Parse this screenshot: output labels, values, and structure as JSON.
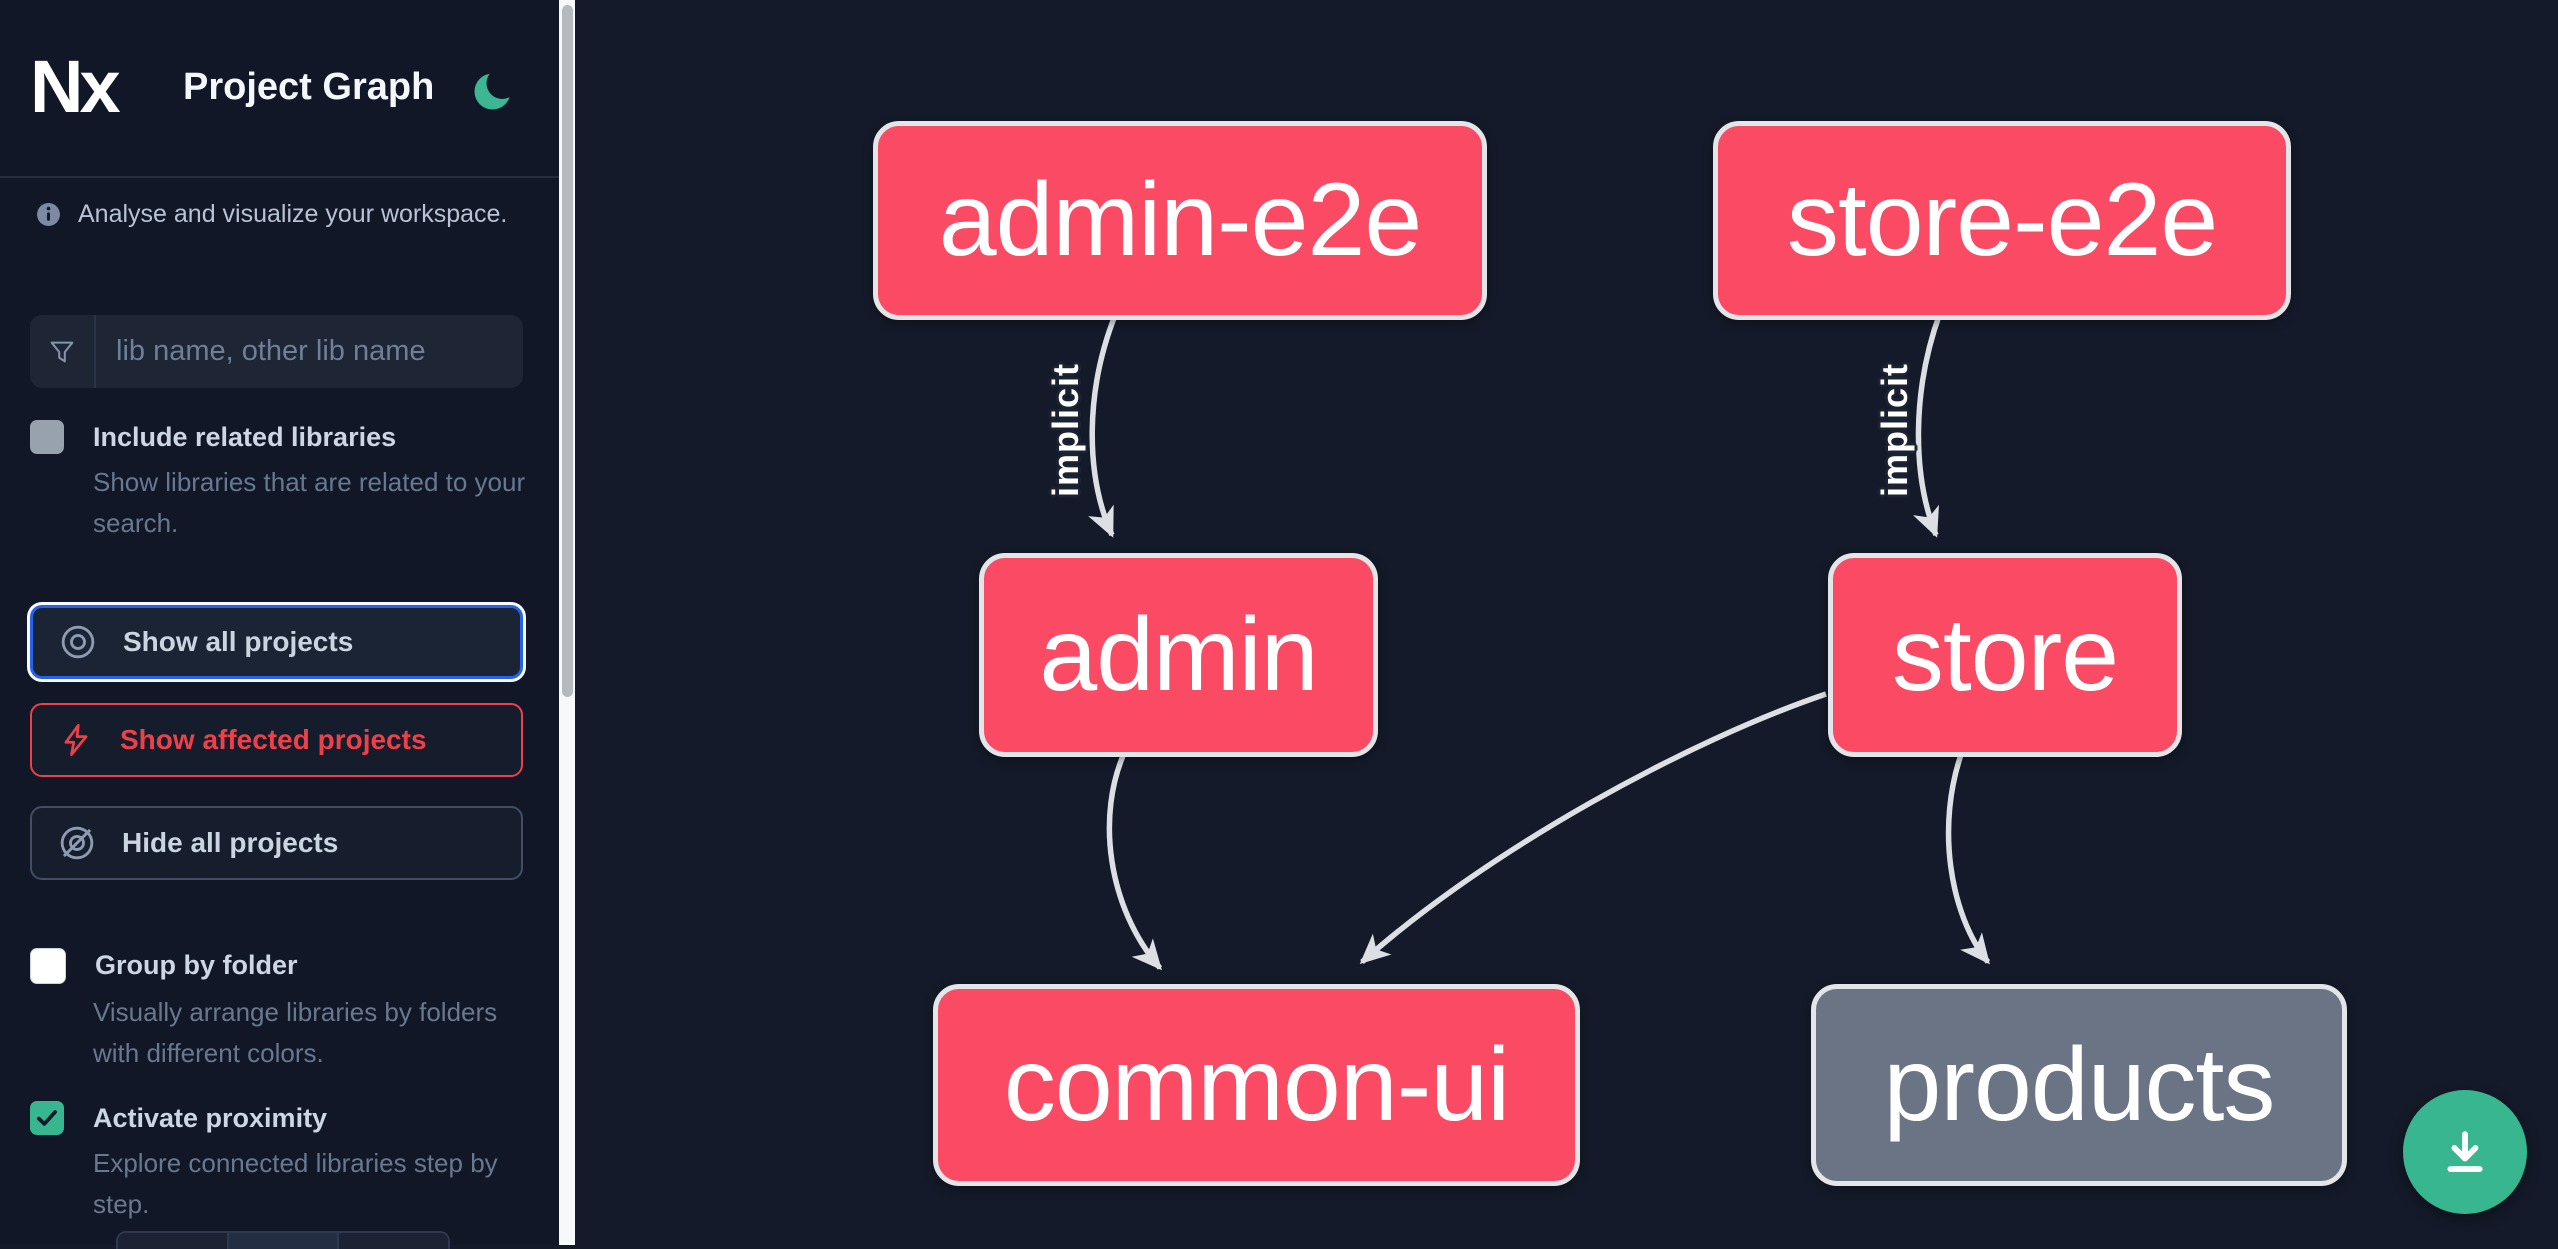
{
  "header": {
    "logo_text": "Nx",
    "app_title": "Project Graph",
    "theme_icon": "moon-icon"
  },
  "sidebar": {
    "tagline": "Analyse and visualize your workspace.",
    "search": {
      "placeholder": "lib name, other lib name",
      "icon": "funnel-icon"
    },
    "include_related": {
      "label": "Include related libraries",
      "description": "Show libraries that are related to your search.",
      "checked": false
    },
    "buttons": [
      {
        "label": "Show all projects",
        "icon": "eye-icon",
        "selected": true
      },
      {
        "label": "Show affected projects",
        "icon": "bolt-icon",
        "selected": false
      },
      {
        "label": "Hide all projects",
        "icon": "eye-off-icon",
        "selected": false
      }
    ],
    "group_by_folder": {
      "label": "Group by folder",
      "description": "Visually arrange libraries by folders with different colors.",
      "checked": false
    },
    "activate_proximity": {
      "label": "Activate proximity",
      "description": "Explore connected libraries step by step.",
      "checked": true
    }
  },
  "graph": {
    "nodes": [
      {
        "id": "admin-e2e",
        "color": "#fa4a64"
      },
      {
        "id": "store-e2e",
        "color": "#fa4a64"
      },
      {
        "id": "admin",
        "color": "#fa4a64"
      },
      {
        "id": "store",
        "color": "#fa4a64"
      },
      {
        "id": "common-ui",
        "color": "#fa4a64"
      },
      {
        "id": "products",
        "color": "#6b7484"
      }
    ],
    "edges": [
      {
        "from": "admin-e2e",
        "to": "admin",
        "label": "implicit"
      },
      {
        "from": "store-e2e",
        "to": "store",
        "label": "implicit"
      },
      {
        "from": "admin",
        "to": "common-ui",
        "label": ""
      },
      {
        "from": "store",
        "to": "common-ui",
        "label": ""
      },
      {
        "from": "store",
        "to": "products",
        "label": ""
      }
    ],
    "fab_icon": "download-icon"
  },
  "colors": {
    "accent_green": "#38b68f",
    "node_pink": "#fa4a64",
    "node_gray": "#6b7484",
    "affected_red": "#ee4049",
    "selected_blue": "#2563eb",
    "edge_gray": "#dcdfe4"
  }
}
